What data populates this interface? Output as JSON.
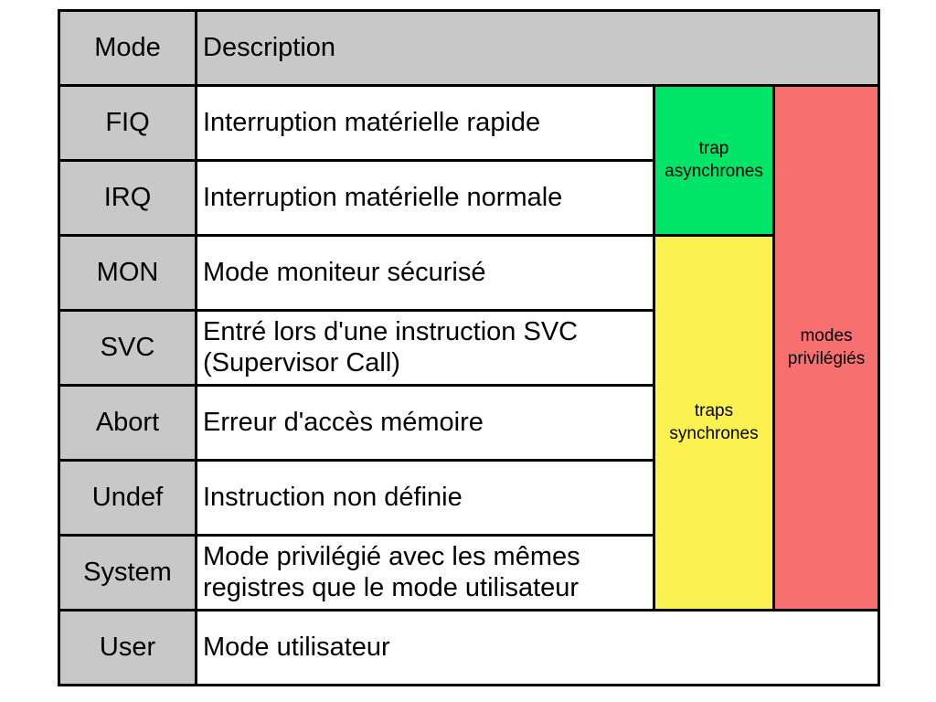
{
  "table": {
    "headers": {
      "mode": "Mode",
      "description": "Description"
    },
    "rows": [
      {
        "mode": "FIQ",
        "description": "Interruption matérielle rapide"
      },
      {
        "mode": "IRQ",
        "description": "Interruption matérielle normale"
      },
      {
        "mode": "MON",
        "description": "Mode moniteur sécurisé"
      },
      {
        "mode": "SVC",
        "description": "Entré lors d'une instruction SVC (Supervisor Call)"
      },
      {
        "mode": "Abort",
        "description": "Erreur d'accès mémoire"
      },
      {
        "mode": "Undef",
        "description": "Instruction non définie"
      },
      {
        "mode": "System",
        "description": "Mode privilégié avec les mêmes registres que le mode utilisateur"
      },
      {
        "mode": "User",
        "description": "Mode utilisateur"
      }
    ],
    "annotations": {
      "async_traps": {
        "label": "trap asynchrones",
        "color": "#00e468"
      },
      "sync_traps": {
        "label": "traps synchrones",
        "color": "#fbf251"
      },
      "privileged_modes": {
        "label": "modes privilégiés",
        "color": "#f76f6f"
      }
    },
    "colors": {
      "header_bg": "#c8c8c8",
      "mode_bg": "#c8c8c8",
      "border": "#000000"
    }
  }
}
